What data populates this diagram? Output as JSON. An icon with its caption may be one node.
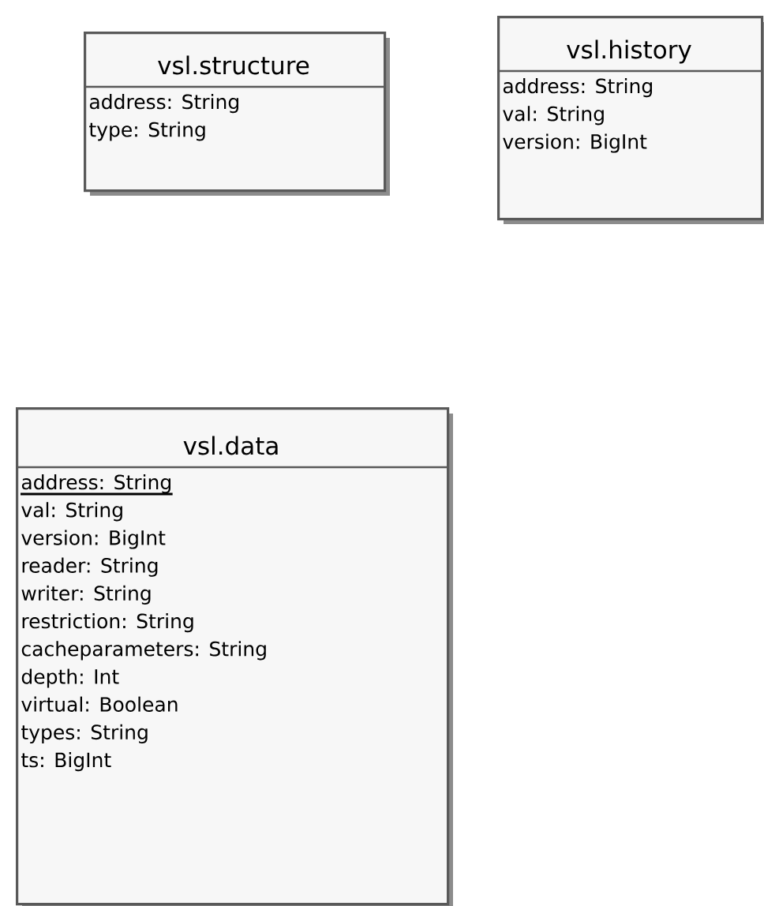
{
  "diagram": {
    "nodes": [
      {
        "text": [
          "vsl.structure",
          "address: String",
          "type: String"
        ]
      },
      {
        "text": [
          "vsl.history",
          "address: String",
          "val: String",
          "version: BigInt"
        ]
      },
      {
        "text": [
          "vsl.data",
          "address: String",
          "val: String",
          "version: BigInt",
          "reader: String",
          "writer: String",
          "restriction: String",
          "cacheparameters: String",
          "depth: Int",
          "virtual: Boolean",
          "types: String",
          "ts: BigInt"
        ]
      }
    ]
  }
}
